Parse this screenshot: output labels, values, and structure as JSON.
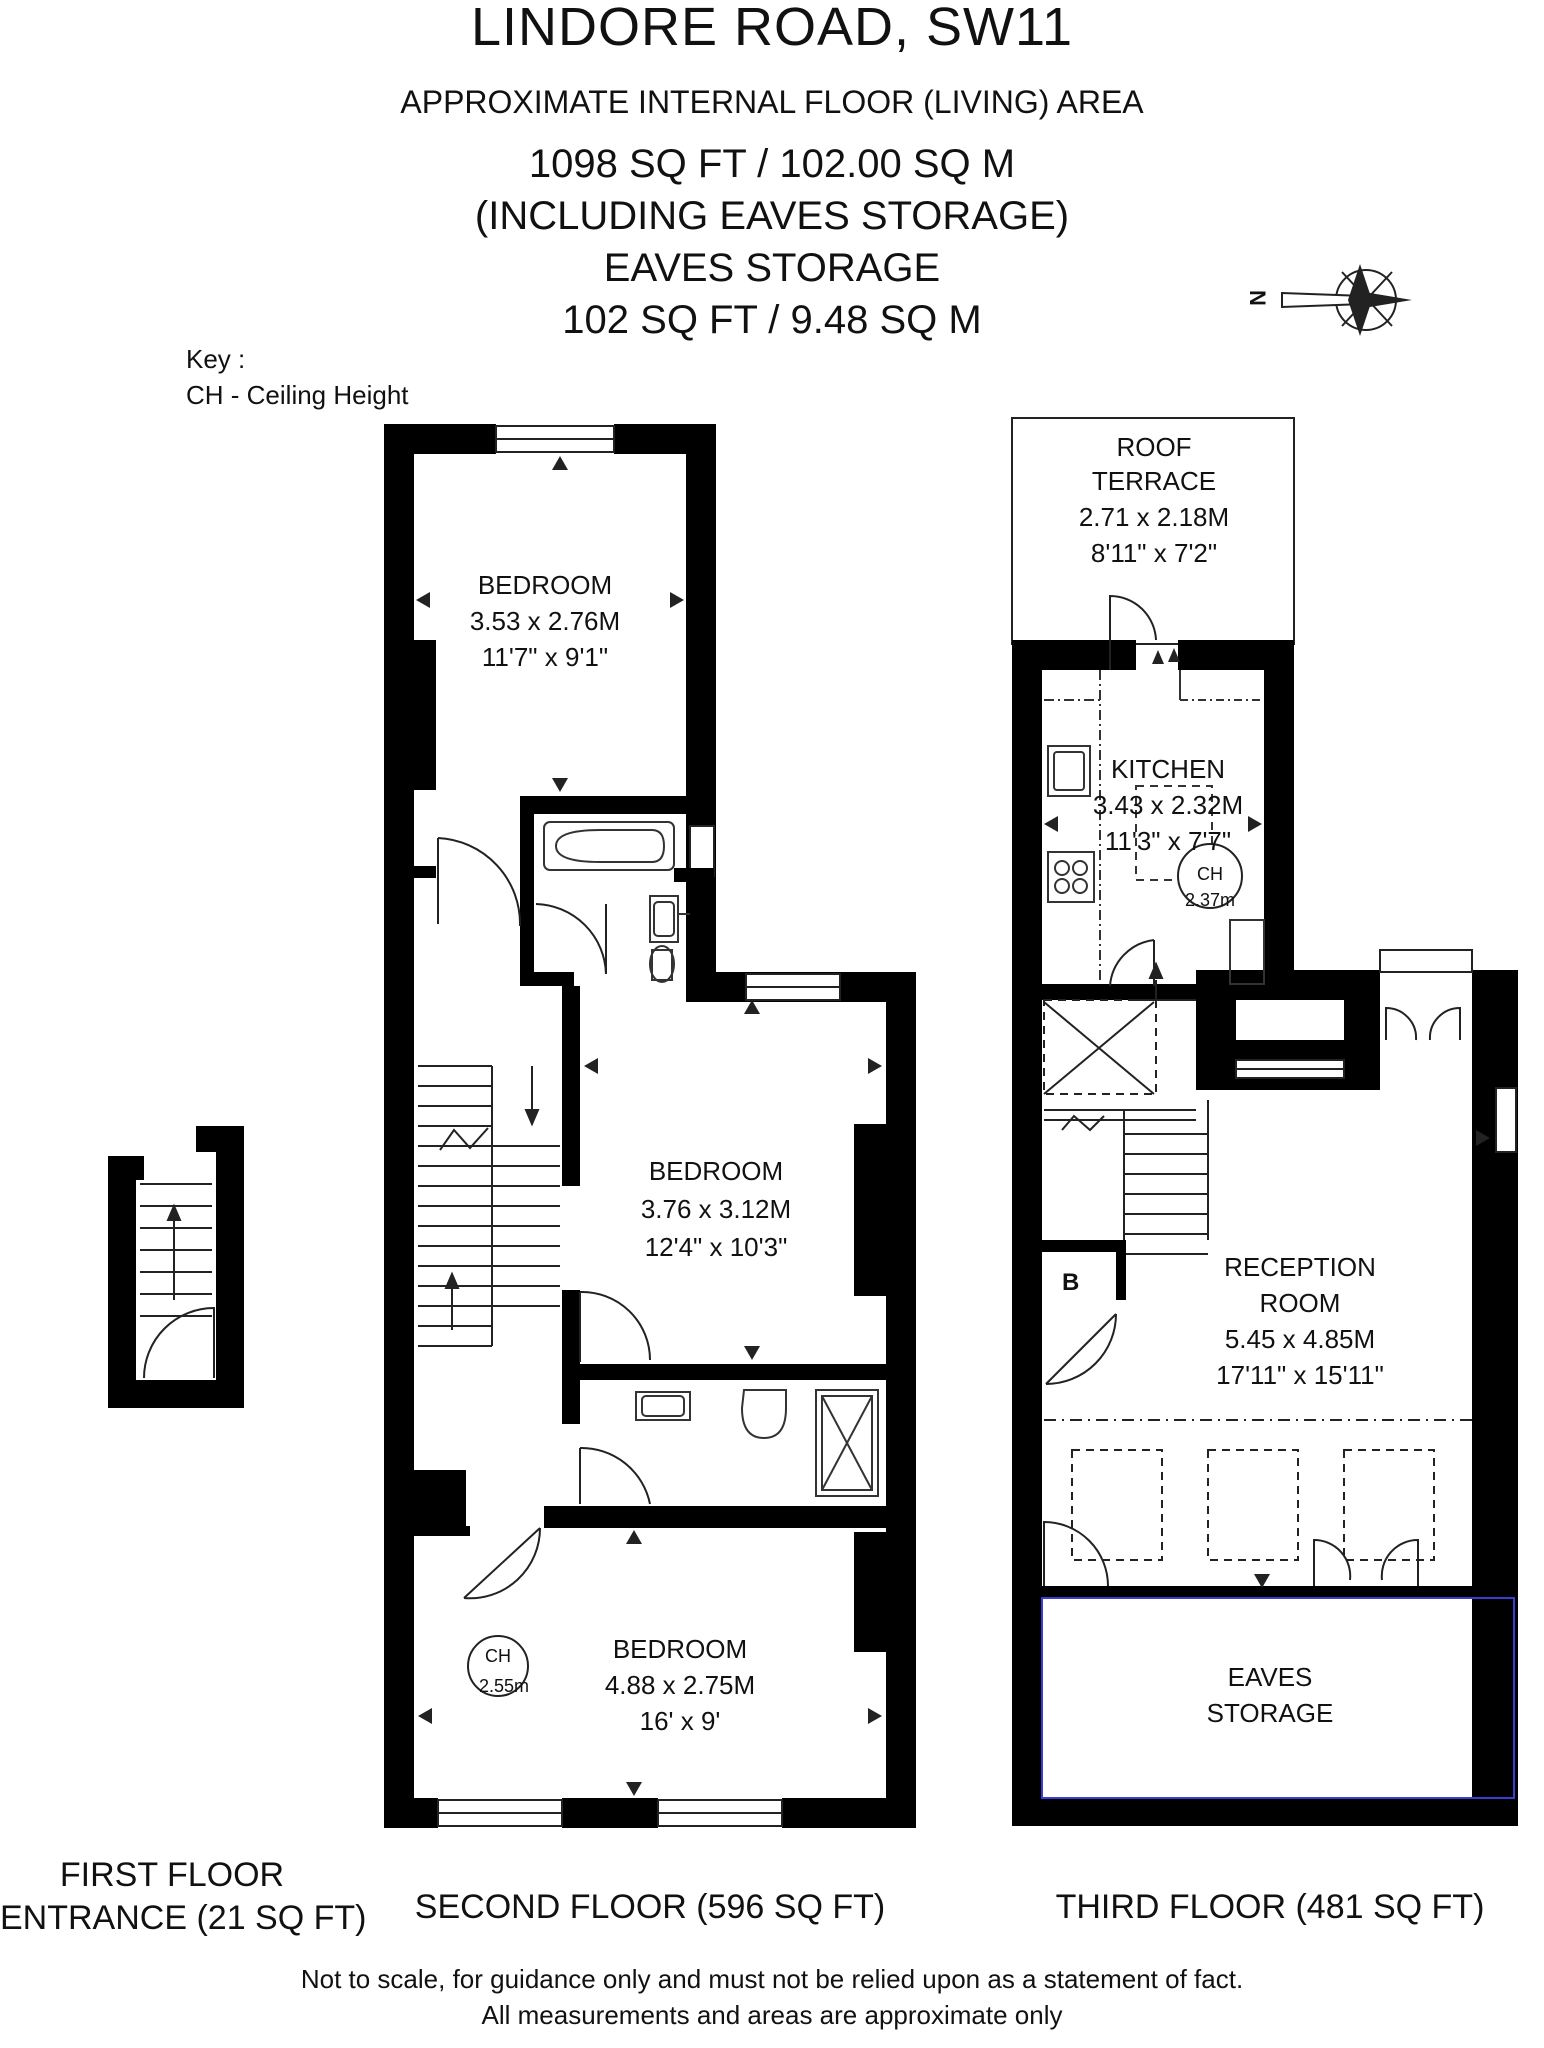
{
  "header": {
    "title": "LINDORE ROAD, SW11",
    "subtitle": "APPROXIMATE INTERNAL FLOOR (LIVING) AREA",
    "total_area": "1098 SQ FT / 102.00 SQ M",
    "area_note": "(INCLUDING EAVES STORAGE)",
    "eaves_label": "EAVES STORAGE",
    "eaves_area": "102 SQ FT / 9.48 SQ M"
  },
  "key": {
    "title": "Key :",
    "entry": "CH - Ceiling Height"
  },
  "compass": {
    "label": "N"
  },
  "rooms": {
    "bedroom1": {
      "name": "BEDROOM",
      "metric": "3.53 x 2.76M",
      "imperial": "11'7\" x 9'1\""
    },
    "bedroom2": {
      "name": "BEDROOM",
      "metric": "3.76 x 3.12M",
      "imperial": "12'4\" x 10'3\""
    },
    "bedroom3": {
      "name": "BEDROOM",
      "metric": "4.88 x 2.75M",
      "imperial": "16' x 9'"
    },
    "roof_terrace": {
      "name_line1": "ROOF",
      "name_line2": "TERRACE",
      "metric": "2.71 x 2.18M",
      "imperial": "8'11\" x 7'2\""
    },
    "kitchen": {
      "name": "KITCHEN",
      "metric": "3.43 x 2.32M",
      "imperial": "11'3\" x 7'7\""
    },
    "reception": {
      "name_line1": "RECEPTION",
      "name_line2": "ROOM",
      "metric": "5.45 x 4.85M",
      "imperial": "17'11\" x 15'11\""
    },
    "eaves": {
      "name_line1": "EAVES",
      "name_line2": "STORAGE"
    },
    "boiler": {
      "name": "B"
    }
  },
  "ceiling_heights": {
    "second_floor": {
      "label": "CH",
      "value": "2.55m"
    },
    "third_floor": {
      "label": "CH",
      "value": "2.37m"
    }
  },
  "floors": {
    "first_line1": "FIRST FLOOR",
    "first_line2": "ENTRANCE (21 SQ FT)",
    "second": "SECOND FLOOR (596 SQ FT)",
    "third": "THIRD FLOOR (481 SQ FT)"
  },
  "disclaimer": {
    "line1": "Not to scale, for guidance only and must not be relied upon as a statement of fact.",
    "line2": "All measurements and areas are approximate only"
  },
  "colors": {
    "wall": "#000000",
    "fixture": "#555555",
    "eaves_outline": "#3b3bd6"
  }
}
